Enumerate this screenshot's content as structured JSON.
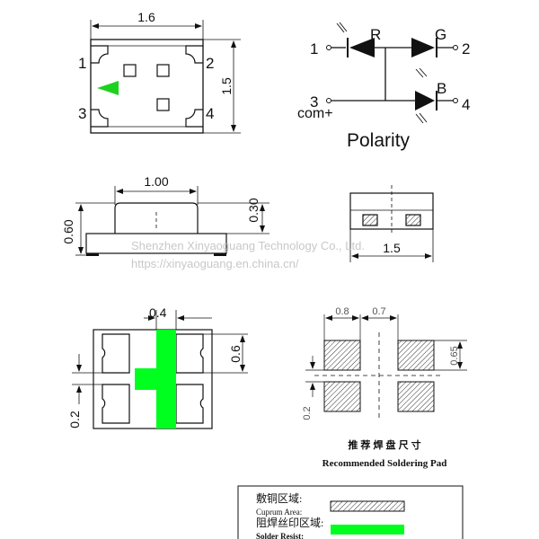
{
  "colors": {
    "led_green": "#1fd11f",
    "solder_resist": "#00ff1e",
    "line": "#111111",
    "watermark": "#c8c8c8"
  },
  "top_view": {
    "width_label": "1.6",
    "height_label": "1.5",
    "pins": [
      "1",
      "2",
      "3",
      "4"
    ]
  },
  "schematic": {
    "pin_left_top": "1",
    "pin_right_top": "2",
    "pin_left_bottom": "3",
    "pin_right_bottom": "4",
    "label_r": "R",
    "label_g": "G",
    "label_b": "B",
    "common": "com+",
    "title": "Polarity"
  },
  "side_view": {
    "top_width": "1.00",
    "height": "0.60",
    "top_height": "0.30"
  },
  "end_view": {
    "width": "1.5"
  },
  "watermark": {
    "line1": "Shenzhen Xinyaoguang Technology Co., Ltd.",
    "line2": "https://xinyaoguang.en.china.cn/"
  },
  "bottom_view": {
    "pad_width": "0.4",
    "pad_height": "0.6",
    "gap": "0.2"
  },
  "pad_layout": {
    "pad_w": "0.8",
    "pad_gap": "0.7",
    "pad_h": "0.65",
    "row_gap": "0.2",
    "title_cn": "推 荐 焊 盘 尺 寸",
    "title_en": "Recommended Soldering Pad"
  },
  "legend": {
    "cuprum_cn": "敷铜区域:",
    "cuprum_en": "Cuprum Area:",
    "resist_cn": "阻焊丝印区域:",
    "resist_en": "Solder Resist:"
  }
}
